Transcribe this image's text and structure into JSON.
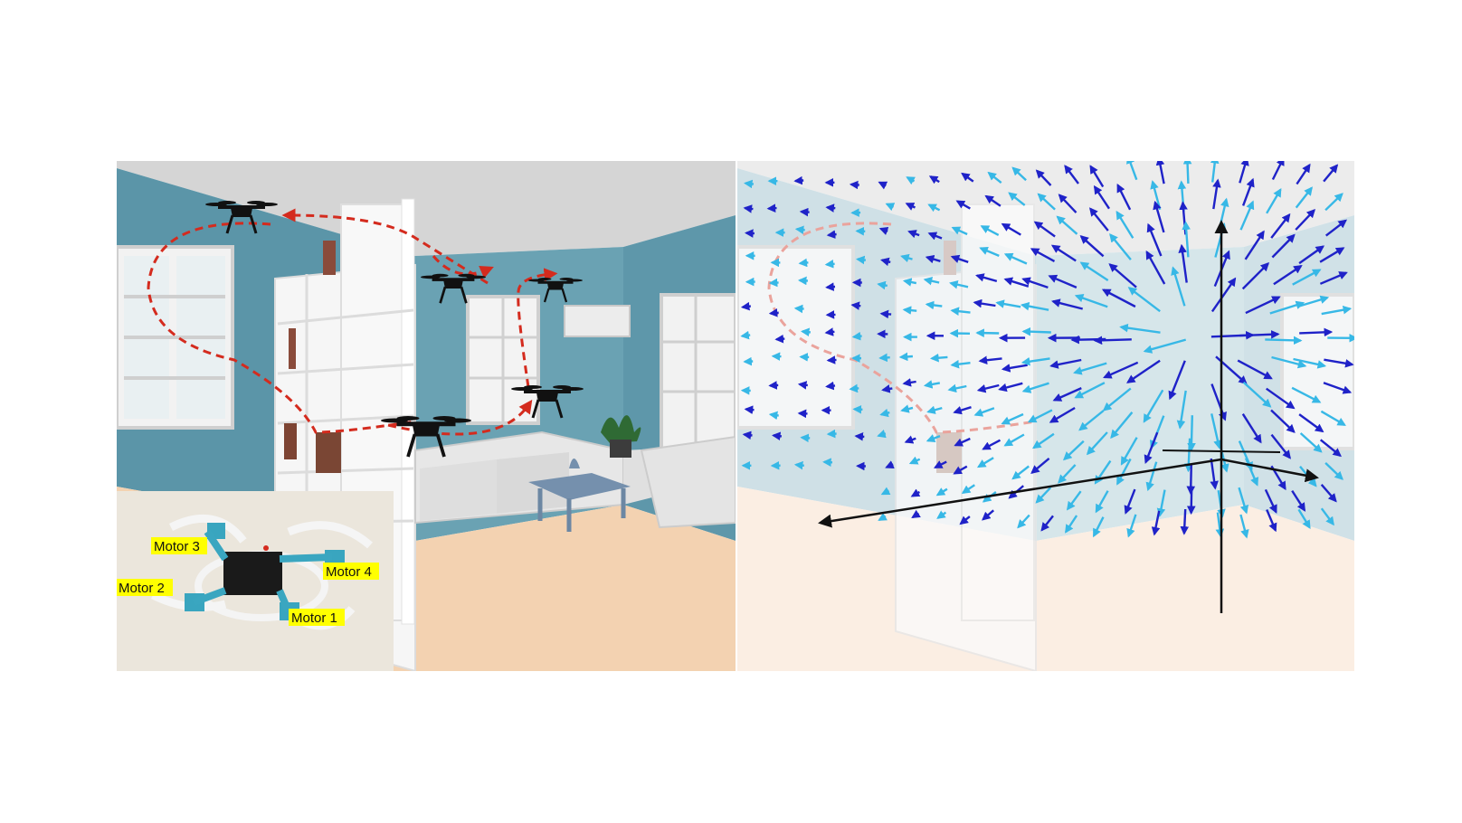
{
  "inset": {
    "motor_labels": [
      "Motor 3",
      "Motor 4",
      "Motor 2",
      "Motor 1"
    ],
    "label_highlight": "#ffff00"
  },
  "colors": {
    "wall": "#5d97a9",
    "ceiling": "#d3d3d3",
    "floor": "#f3d3b3",
    "trajectory": "#d42b1e",
    "arrow_dark": "#1f22c8",
    "arrow_light": "#37b8e6",
    "axes": "#111111"
  },
  "icons": {
    "drone": "quadcopter-silhouette-icon",
    "plant": "potted-plant-icon"
  }
}
